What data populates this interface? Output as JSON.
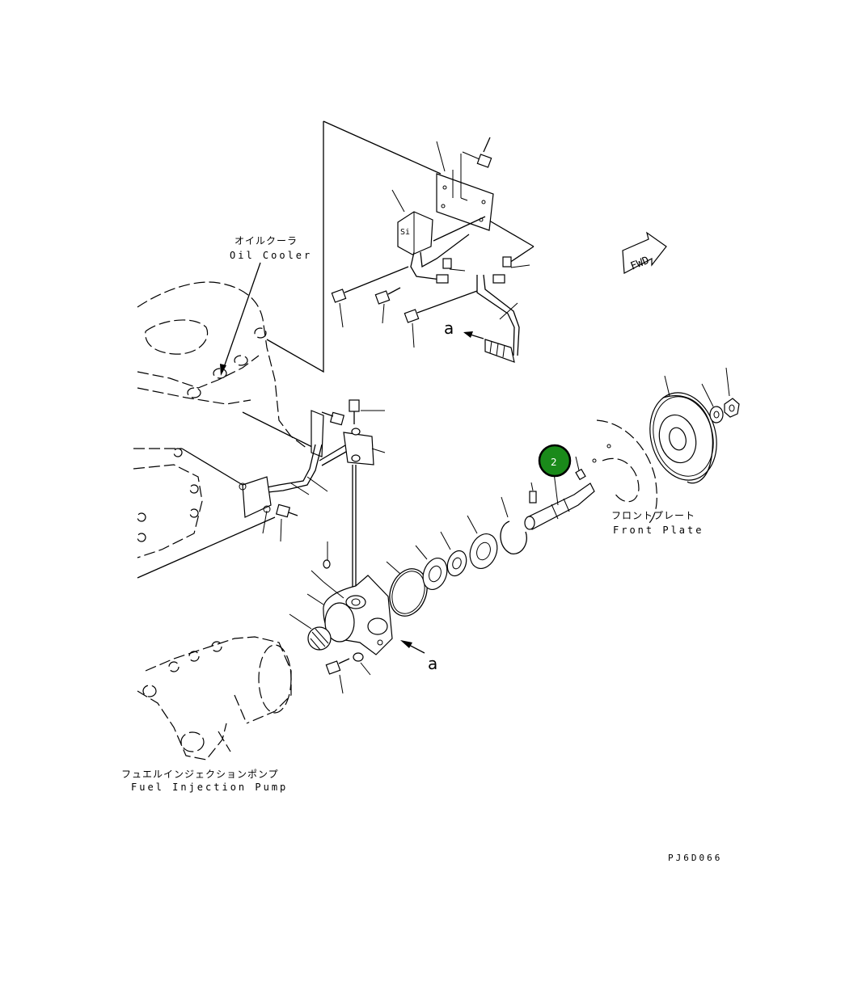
{
  "labels": {
    "oil_cooler_jp": "オイルクーラ",
    "oil_cooler_en": "Oil Cooler",
    "front_plate_jp": "フロントプレート",
    "front_plate_en": "Front Plate",
    "fuel_pump_jp": "フュエルインジェクションポンプ",
    "fuel_pump_en": "Fuel Injection Pump",
    "view_a_top": "a",
    "view_a_bottom": "a",
    "forward": "FWD",
    "drawing_code": "PJ6D066"
  },
  "callout": {
    "number": "2",
    "color": "#1a8a1a"
  }
}
